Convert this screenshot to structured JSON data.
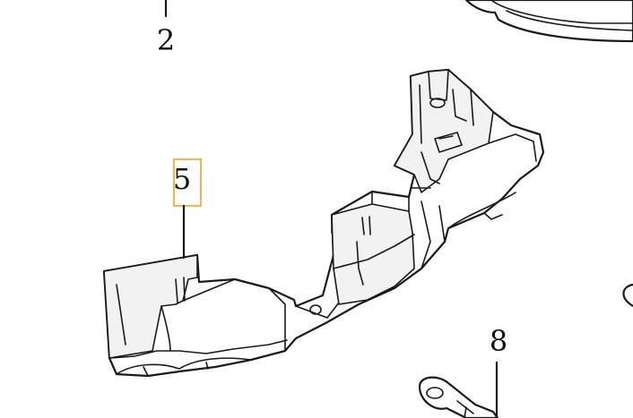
{
  "callouts": [
    {
      "id": "2",
      "text": "2"
    },
    {
      "id": "5",
      "text": "5",
      "highlighted": true
    },
    {
      "id": "8",
      "text": "8"
    }
  ],
  "colors": {
    "line": "#1a1a1a",
    "highlight": "#f2b64a",
    "background": "#ffffff"
  }
}
